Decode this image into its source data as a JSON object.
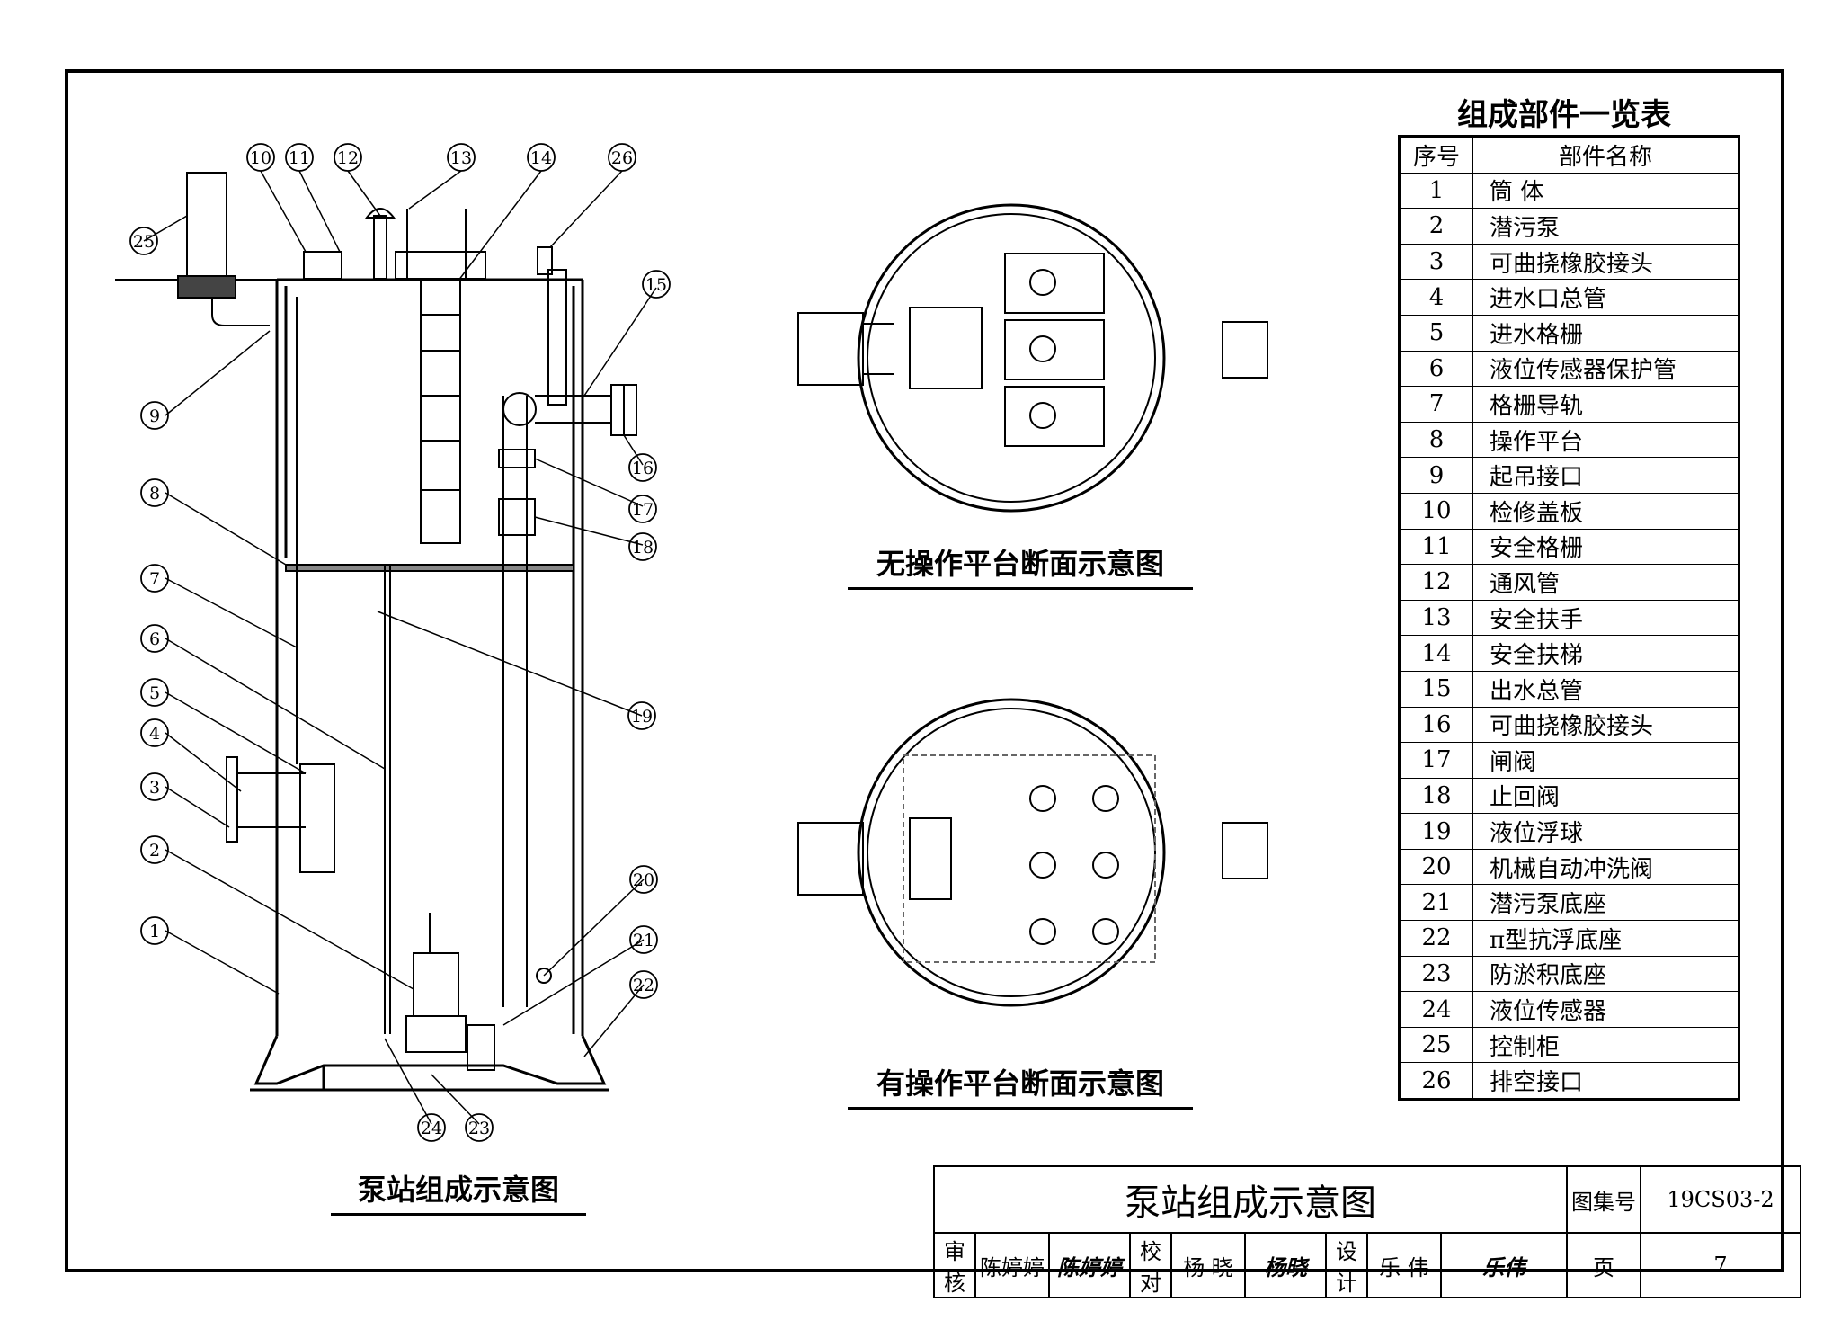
{
  "parts_table": {
    "title": "组成部件一览表",
    "col_no": "序号",
    "col_name": "部件名称",
    "rows": [
      {
        "no": "1",
        "name": "筒 体"
      },
      {
        "no": "2",
        "name": "潜污泵"
      },
      {
        "no": "3",
        "name": "可曲挠橡胶接头"
      },
      {
        "no": "4",
        "name": "进水口总管"
      },
      {
        "no": "5",
        "name": "进水格栅"
      },
      {
        "no": "6",
        "name": "液位传感器保护管"
      },
      {
        "no": "7",
        "name": "格栅导轨"
      },
      {
        "no": "8",
        "name": "操作平台"
      },
      {
        "no": "9",
        "name": "起吊接口"
      },
      {
        "no": "10",
        "name": "检修盖板"
      },
      {
        "no": "11",
        "name": "安全格栅"
      },
      {
        "no": "12",
        "name": "通风管"
      },
      {
        "no": "13",
        "name": "安全扶手"
      },
      {
        "no": "14",
        "name": "安全扶梯"
      },
      {
        "no": "15",
        "name": "出水总管"
      },
      {
        "no": "16",
        "name": "可曲挠橡胶接头"
      },
      {
        "no": "17",
        "name": "闸阀"
      },
      {
        "no": "18",
        "name": "止回阀"
      },
      {
        "no": "19",
        "name": "液位浮球"
      },
      {
        "no": "20",
        "name": "机械自动冲洗阀"
      },
      {
        "no": "21",
        "name": "潜污泵底座"
      },
      {
        "no": "22",
        "name": "π型抗浮底座"
      },
      {
        "no": "23",
        "name": "防淤积底座"
      },
      {
        "no": "24",
        "name": "液位传感器"
      },
      {
        "no": "25",
        "name": "控制柜"
      },
      {
        "no": "26",
        "name": "排空接口"
      }
    ]
  },
  "captions": {
    "main": "泵站组成示意图",
    "section_no_platform": "无操作平台断面示意图",
    "section_with_platform": "有操作平台断面示意图"
  },
  "callouts": [
    "1",
    "2",
    "3",
    "4",
    "5",
    "6",
    "7",
    "8",
    "9",
    "10",
    "11",
    "12",
    "13",
    "14",
    "15",
    "16",
    "17",
    "18",
    "19",
    "20",
    "21",
    "22",
    "23",
    "24",
    "25",
    "26"
  ],
  "title_block": {
    "drawing_title": "泵站组成示意图",
    "atlas_label": "图集号",
    "atlas_no": "19CS03-2",
    "review_label": "审核",
    "reviewer": "陈婷婷",
    "check_label": "校对",
    "checker": "杨 晓",
    "design_label": "设计",
    "designer": "乐 伟",
    "page_label": "页",
    "page_no": "7"
  }
}
